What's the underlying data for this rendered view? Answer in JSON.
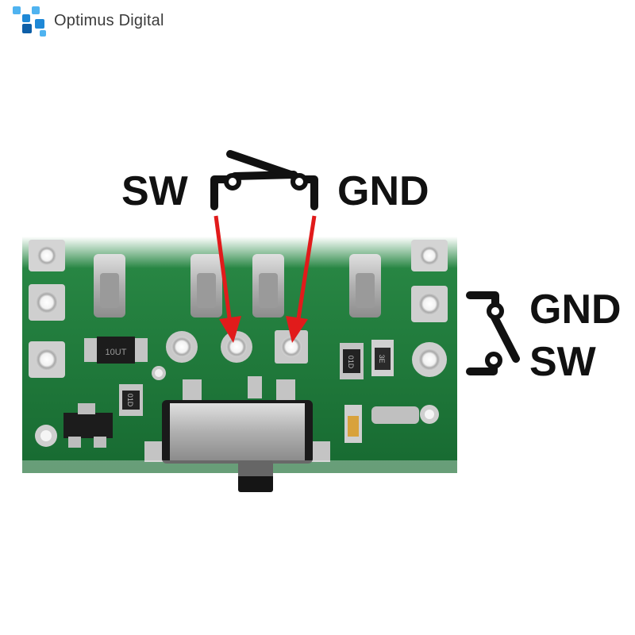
{
  "brand": {
    "name": "Optimus Digital",
    "logo_colors": [
      "#1e88d6",
      "#4fb3f0",
      "#0d5fa8"
    ],
    "text_color": "#3b3b3b"
  },
  "labels": {
    "top_left": "SW",
    "top_right": "GND",
    "side_top": "GND",
    "side_bottom": "SW"
  },
  "colors": {
    "pcb": "#1f7a3a",
    "pcb_dark": "#15602b",
    "pad": "#c8c8c8",
    "arrow": "#e11b1b",
    "switch_symbol": "#111111",
    "switch_body": "#b8b8b8",
    "text": "#111111"
  },
  "component_markings": {
    "resistor_top": "01D",
    "resistor_mid": "01D",
    "chip_right": "3E",
    "ic_left": "10UT"
  }
}
